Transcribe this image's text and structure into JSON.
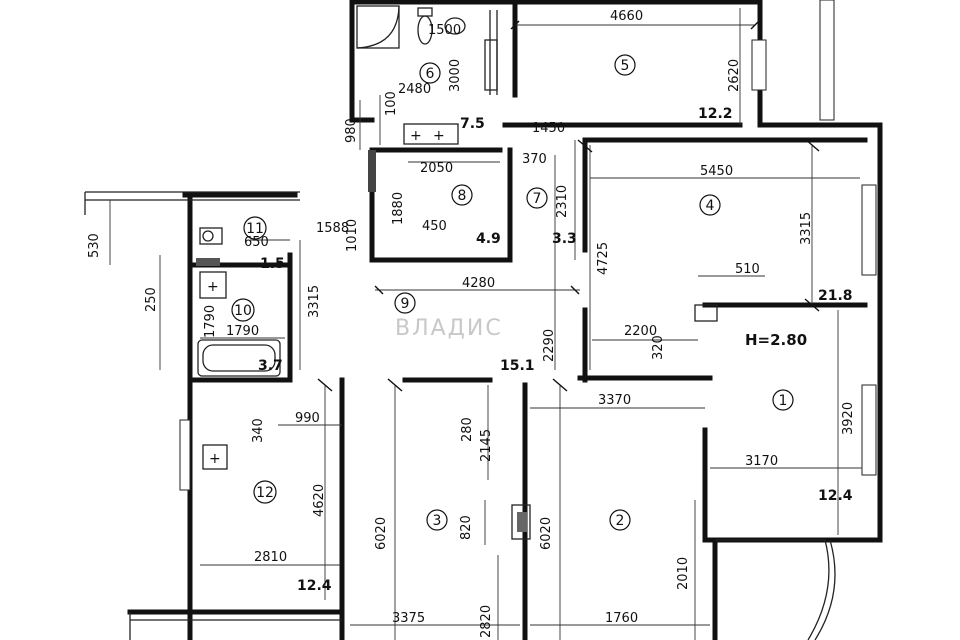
{
  "plan": {
    "ceiling_height": "H=2.80",
    "watermark": "ВЛАДИС",
    "rooms": [
      {
        "id": "1",
        "number": "1",
        "area": "12.4"
      },
      {
        "id": "2",
        "number": "2",
        "area": ""
      },
      {
        "id": "3",
        "number": "3",
        "area": ""
      },
      {
        "id": "4",
        "number": "4",
        "area": "21.8"
      },
      {
        "id": "5",
        "number": "5",
        "area": "12.2"
      },
      {
        "id": "6",
        "number": "6",
        "area": "7.5"
      },
      {
        "id": "7",
        "number": "7",
        "area": "3.3"
      },
      {
        "id": "8",
        "number": "8",
        "area": "4.9"
      },
      {
        "id": "9",
        "number": "9",
        "area": "15.1"
      },
      {
        "id": "10",
        "number": "10",
        "area": "3.7"
      },
      {
        "id": "11",
        "number": "11",
        "area": "1.5"
      },
      {
        "id": "12",
        "number": "12",
        "area": "12.4"
      }
    ],
    "dimensions": {
      "d4660": "4660",
      "d2620": "2620",
      "d1500": "1500",
      "d3000": "3000",
      "d2480": "2480",
      "d100": "100",
      "d980": "980",
      "d1450": "1450",
      "d2050": "2050",
      "d370": "370",
      "d1880": "1880",
      "d2310": "2310",
      "d450": "450",
      "d1010": "1010",
      "d1588": "1588",
      "d530": "530",
      "d650": "650",
      "d5450": "5450",
      "d3315a": "3315",
      "d4725": "4725",
      "d510": "510",
      "d4280": "4280",
      "d250": "250",
      "d3315b": "3315",
      "d1790a": "1790",
      "d1790b": "1790",
      "d2290": "2290",
      "d2200": "2200",
      "d320": "320",
      "d3370": "3370",
      "d280": "280",
      "d2145": "2145",
      "d340": "340",
      "d990": "990",
      "d3920": "3920",
      "d3170": "3170",
      "d4620": "4620",
      "d6020a": "6020",
      "d820": "820",
      "d6020b": "6020",
      "d2010": "2010",
      "d2810": "2810",
      "d3375": "3375",
      "d2820": "2820",
      "d1760": "1760"
    }
  }
}
